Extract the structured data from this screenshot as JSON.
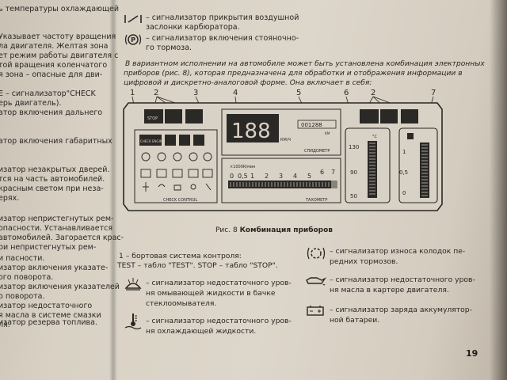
{
  "left_column": [
    "ь температуры охлаждающей",
    "Указывает частоту вращения",
    "ла двигателя. Желтая зона",
    "ет режим работы двигателя с",
    "той вращения коленчатого",
    "я зона – опасные для дви-",
    "",
    "E – сигнализатор\"CHECK",
    "ерь двигатель).",
    "атор включения дальнего",
    "",
    "",
    "атор включения габаритных",
    "",
    "",
    "изатор незакрытых дверей.",
    "тся на часть автомобилей.",
    "красным светом при неза-",
    "ерях.",
    "",
    "",
    "изатор непристегнутых рем-",
    "опасности. Устанавливается",
    "автомобилей. Загорается крас-",
    "ри непристегнутых рем-",
    "и пасности.",
    "изатор включения указате-",
    "ого поворота.",
    "изатор включения указателей",
    "о поворота.",
    "изатор недостаточного",
    "я масла в системе смазки",
    "ля.",
    "изатор резерва топлива."
  ],
  "top_items": [
    "– сигнализатор прикрытия воздушной",
    "заслонки карбюратора.",
    "– сигнализатор включения стояночно-",
    "го тормоза."
  ],
  "intro_lines": [
    "В вариантном исполнении на автомобиле может быть установлена комбинация электронных",
    "приборов (рис. 8), которая предназначена для обработки и отображения информации в",
    "цифровой и дискретно-аналоговой форме. Она включает в себя:"
  ],
  "figure": {
    "callouts": [
      "1",
      "2",
      "3",
      "4",
      "5",
      "6",
      "2",
      "7"
    ],
    "panel_labels": {
      "check_engine": "CHECK ENGINE",
      "stop": "STOP",
      "check_control": "CHECK CONTROL",
      "speedometer": "СПИДОМЕТР",
      "tachometer": "ТАХОМЕТР",
      "speed": "188",
      "speed_unit": "КМ/Ч",
      "odometer": "001288",
      "odometer_unit": "КМ",
      "rpm_unit": "×1000R/мин",
      "rpm_scale": [
        "0",
        "0,5",
        "1",
        "2",
        "3",
        "4",
        "5",
        "6",
        "7"
      ],
      "temp_scale": [
        "130",
        "90",
        "50"
      ],
      "temp_unit": "°С",
      "fuel_scale": [
        "1",
        "0,5",
        "0"
      ]
    },
    "caption_prefix": "Рис. 8",
    "caption_title": "Комбинация приборов"
  },
  "lower_left": {
    "l1": "1 – бортовая система контроля:",
    "l2": "TEST – табло \"TEST\". STOP – табло \"STOP\".",
    "i1": [
      "– сигнализатор недостаточного уров-",
      "ня омывающей жидкости в бачке",
      "стеклоомывателя."
    ],
    "i2": [
      "– сигнализатор недостаточного уров-",
      "ня охлаждающей жидкости."
    ]
  },
  "lower_right": {
    "i1": [
      "– сигнализатор износа колодок пе-",
      "редних тормозов."
    ],
    "i2": [
      "– сигнализатор недостаточного уров-",
      "ня масла в картере двигателя."
    ],
    "i3": [
      "– сигнализатор заряда аккумулятор-",
      "ной батареи."
    ]
  },
  "page_number": "19",
  "colors": {
    "paper": "#dad3c6",
    "ink": "#2a2724",
    "panel": "#2b2926"
  }
}
